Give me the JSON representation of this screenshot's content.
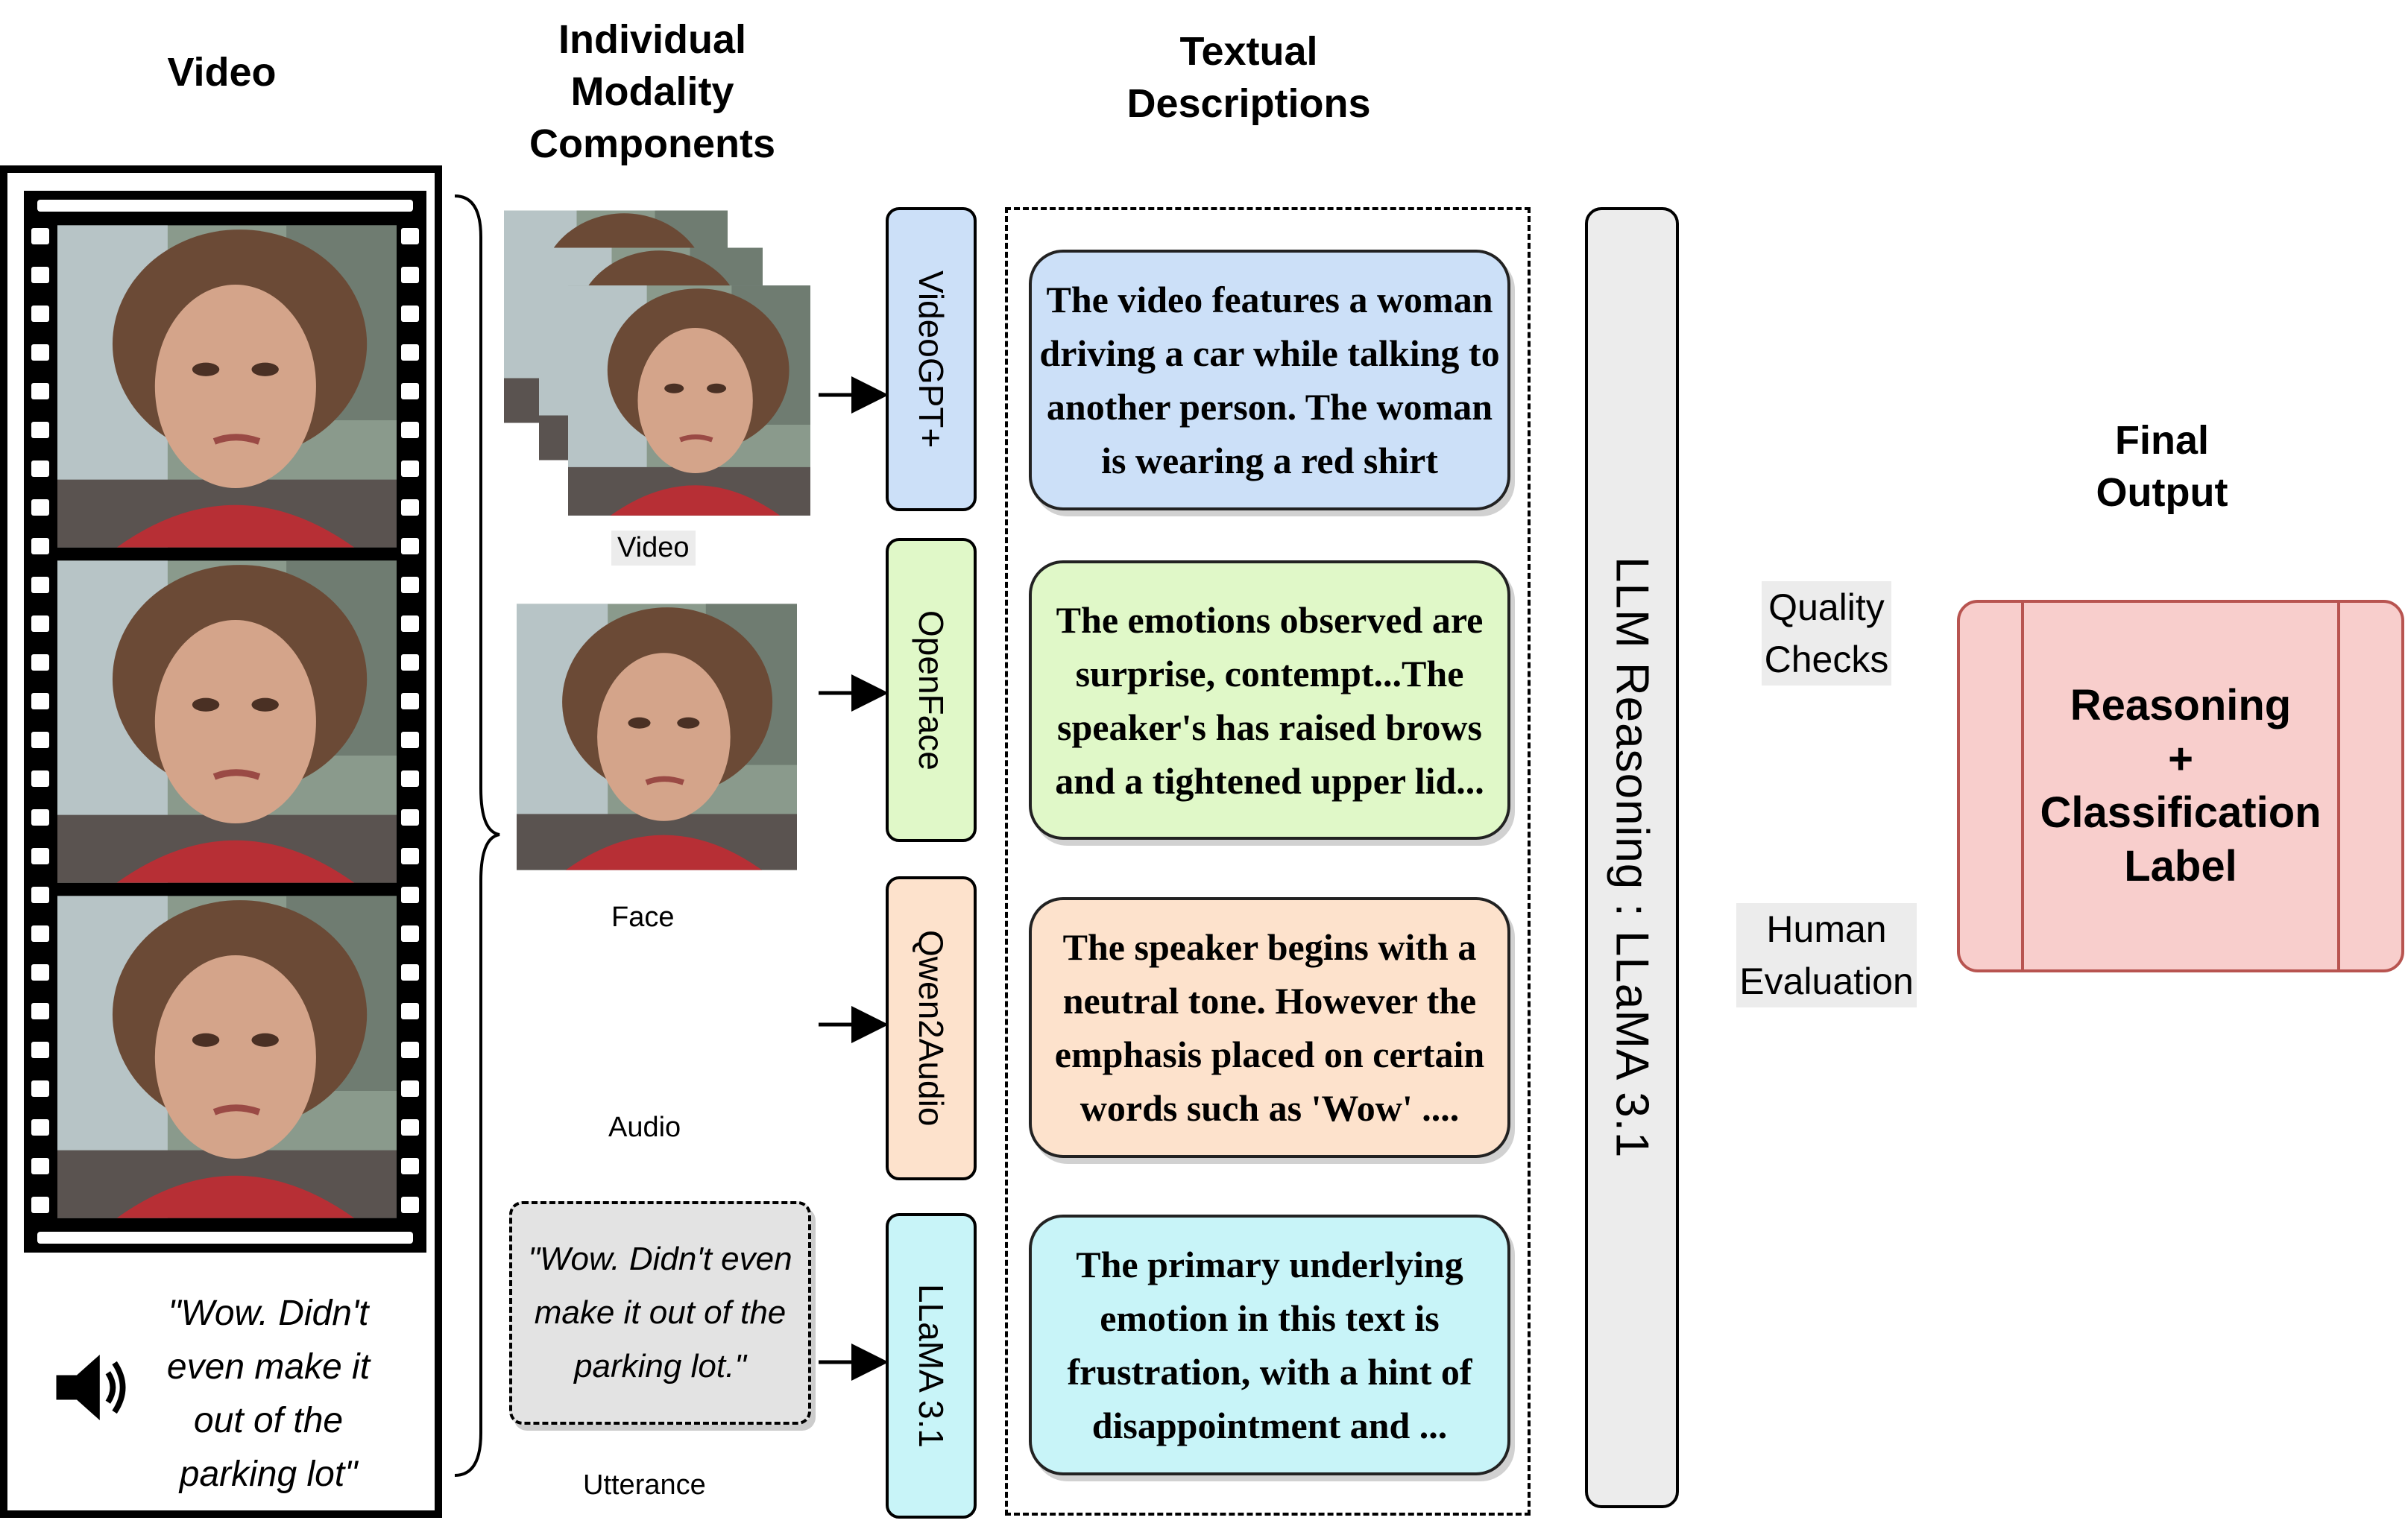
{
  "headings": {
    "video": "Video",
    "modality": "Individual\nModality\nComponents",
    "textual": "Textual\nDescriptions",
    "final": "Final\nOutput"
  },
  "captions": {
    "video": "Video",
    "face": "Face",
    "audio": "Audio",
    "utterance": "Utterance"
  },
  "video_panel": {
    "quote": "\"Wow.  Didn't even make it out of the parking lot\"",
    "speaker_icon": "speaker-icon"
  },
  "utterance_note": "\"Wow. Didn't even make it out of the parking lot.\"",
  "models": [
    {
      "label": "VideoGPT+",
      "color": "#cce0f8"
    },
    {
      "label": "OpenFace",
      "color": "#e0f8c8"
    },
    {
      "label": "Qwen2Audio",
      "color": "#fde2cc"
    },
    {
      "label": "LLaMA 3.1",
      "color": "#c8f4f8"
    }
  ],
  "descriptions": [
    {
      "text": "The video features a woman driving a car while talking to another person. The woman is wearing a red shirt",
      "color": "#cce0f8"
    },
    {
      "text": "The emotions observed are surprise, contempt...The speaker's has raised brows and a tightened upper lid...",
      "color": "#e0f8c8"
    },
    {
      "text": "The speaker begins with a neutral tone. However the emphasis placed on certain words such as 'Wow' ....",
      "color": "#fde2cc"
    },
    {
      "text": "The primary underlying emotion in this text is frustration, with a hint of disappointment and ...",
      "color": "#c8f4f8"
    }
  ],
  "llm_reasoning": "LLM Reasoning : LLaMA 3.1",
  "side_labels": {
    "quality": "Quality\nChecks",
    "human": "Human\nEvaluation"
  },
  "final_output": {
    "line1": "Reasoning",
    "line2": "+",
    "line3": "Classification",
    "line4": "Label",
    "fill": "#f8cecc",
    "border": "#b85450"
  }
}
